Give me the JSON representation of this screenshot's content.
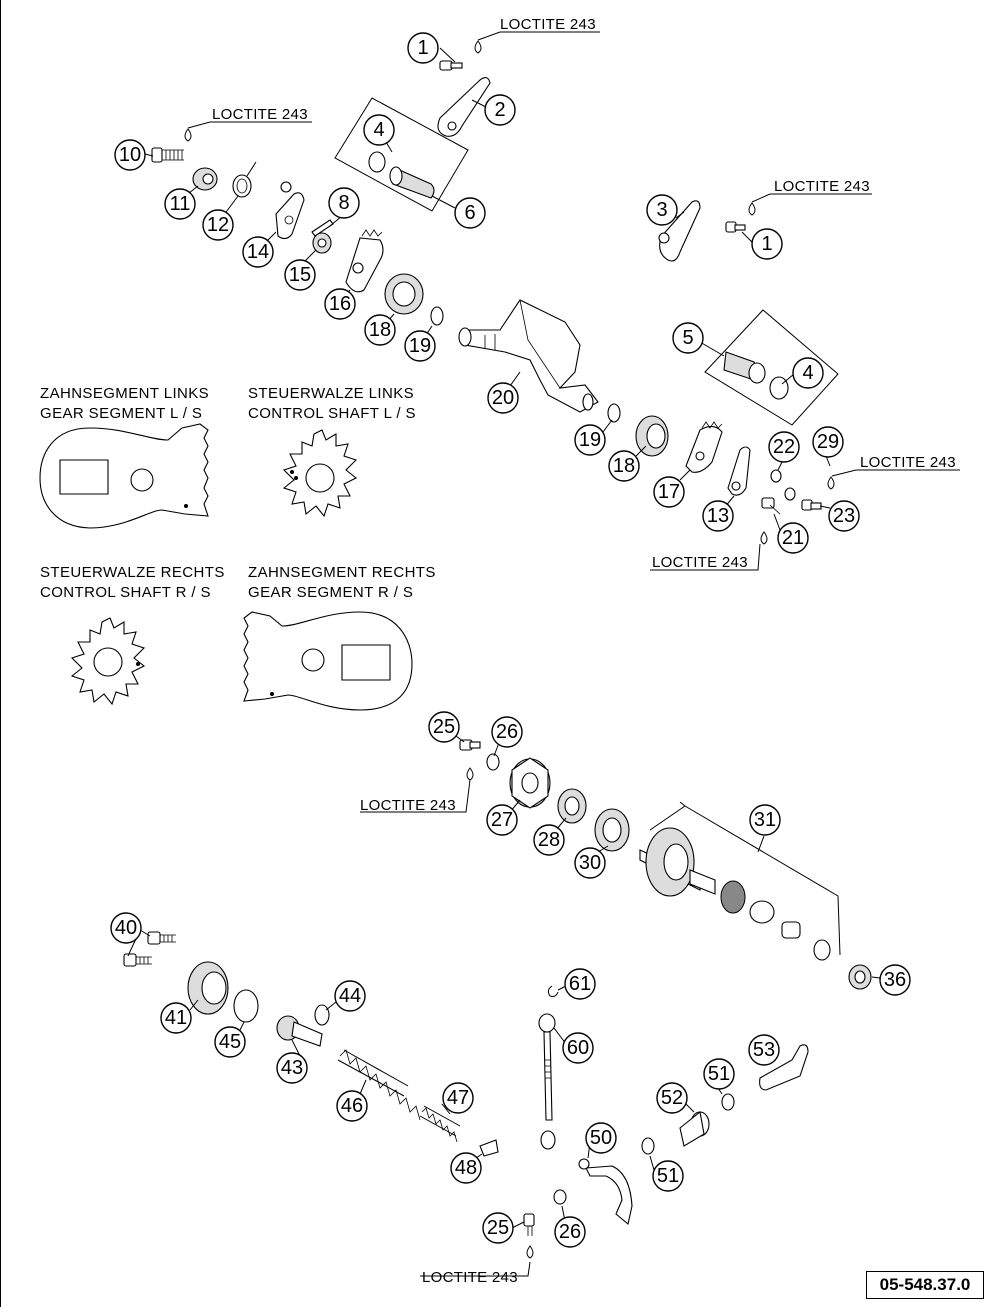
{
  "notes": {
    "loctite": "LOCTITE 243"
  },
  "captions": {
    "gear_segment_left_de": "ZAHNSEGMENT LINKS",
    "gear_segment_left_en": "GEAR SEGMENT L / S",
    "control_shaft_left_de": "STEUERWALZE LINKS",
    "control_shaft_left_en": "CONTROL SHAFT L / S",
    "control_shaft_right_de": "STEUERWALZE RECHTS",
    "control_shaft_right_en": "CONTROL SHAFT R / S",
    "gear_segment_right_de": "ZAHNSEGMENT RECHTS",
    "gear_segment_right_en": "GEAR SEGMENT R / S"
  },
  "callouts": [
    "1",
    "2",
    "4",
    "6",
    "10",
    "11",
    "12",
    "8",
    "14",
    "15",
    "16",
    "18",
    "19",
    "3",
    "1",
    "5",
    "4",
    "20",
    "19",
    "18",
    "17",
    "13",
    "22",
    "29",
    "23",
    "21",
    "25",
    "26",
    "27",
    "28",
    "30",
    "31",
    "36",
    "40",
    "41",
    "45",
    "44",
    "43",
    "46",
    "47",
    "48",
    "61",
    "60",
    "53",
    "51",
    "52",
    "50",
    "51",
    "25",
    "26"
  ],
  "document_id": "05-548.37.0"
}
